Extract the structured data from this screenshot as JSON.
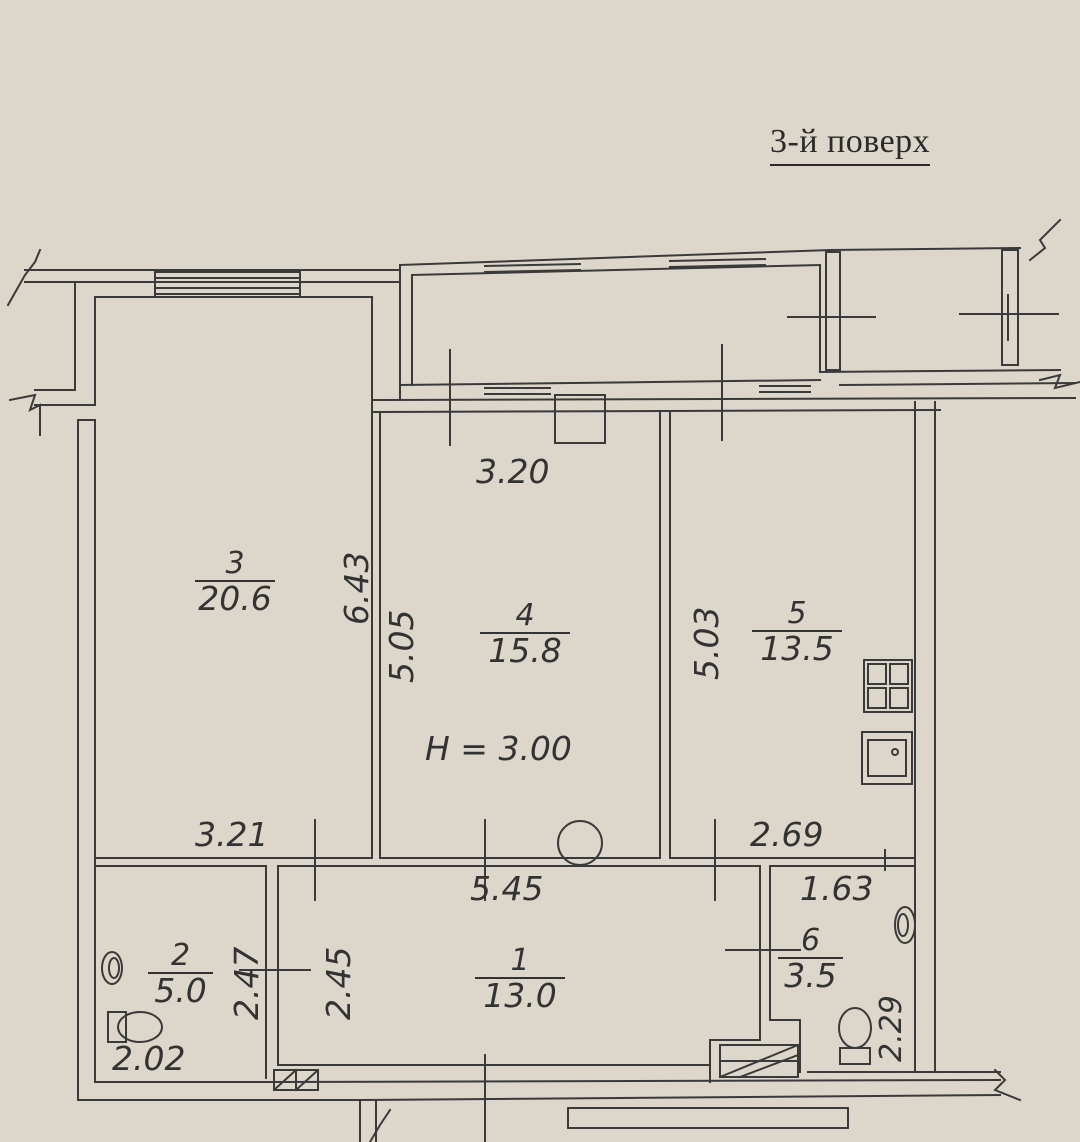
{
  "floor_label": "3-й поверх",
  "height_label": "H = 3.00",
  "rooms": [
    {
      "number": "1",
      "area": "13.0"
    },
    {
      "number": "2",
      "area": "5.0"
    },
    {
      "number": "3",
      "area": "20.6"
    },
    {
      "number": "4",
      "area": "15.8"
    },
    {
      "number": "5",
      "area": "13.5"
    },
    {
      "number": "6",
      "area": "3.5"
    }
  ],
  "dimensions": {
    "room3_width": "3.21",
    "room3_length": "6.43",
    "room4_width": "3.20",
    "room4_length": "5.05",
    "room5_length": "5.03",
    "room5_width": "2.69",
    "hall_width": "5.45",
    "hall_length": "2.45",
    "room2_length": "2.47",
    "room2_width": "2.02",
    "room6_width": "1.63",
    "room6_length": "2.29"
  },
  "colors": {
    "paper": "#ddd6cb",
    "ink": "#333333"
  }
}
